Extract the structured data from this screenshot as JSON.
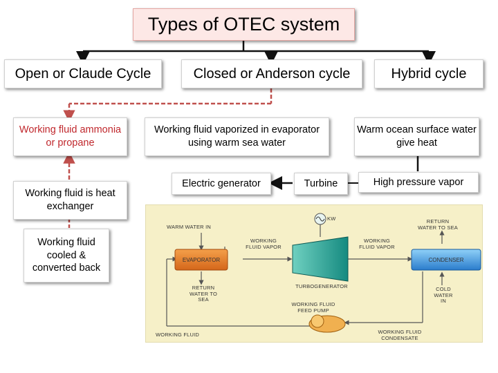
{
  "title": "Types of OTEC system",
  "cycles": {
    "open": "Open or Claude Cycle",
    "closed": "Closed or Anderson cycle",
    "hybrid": "Hybrid cycle"
  },
  "open_cycle": {
    "step1": "Working fluid ammonia or propane",
    "step2": "Working fluid is heat exchanger",
    "step3": "Working fluid cooled & converted back"
  },
  "closed_cycle": {
    "step1": "Working fluid vaporized in evaporator using warm sea water",
    "generator": "Electric generator",
    "turbine": "Turbine"
  },
  "hybrid_cycle": {
    "step1": "Warm ocean surface water give heat",
    "step2": "High pressure vapor"
  },
  "diagram": {
    "warm_water_in": "WARM WATER IN",
    "kw": "KW",
    "return_sea_right": "RETURN WATER TO SEA",
    "wf_vapor_left": "WORKING FLUID VAPOR",
    "wf_vapor_right": "WORKING FLUID VAPOR",
    "evaporator": "EVAPORATOR",
    "condenser": "CONDENSER",
    "return_sea_left": "RETURN WATER TO SEA",
    "turbogenerator": "TURBOGENERATOR",
    "cold_water_in": "COLD WATER IN",
    "feed_pump": "WORKING FLUID FEED PUMP",
    "working_fluid": "WORKING FLUID",
    "condensate": "WORKING FLUID CONDENSATE"
  },
  "colors": {
    "title_bg": "#fde8e6",
    "red_text": "#c0282d",
    "dashed_connector": "#c0504d",
    "diagram_bg": "#f6f0c8",
    "evaporator": "#e07820",
    "condenser": "#3a8fd8",
    "turbine": "#1f9e93",
    "pump": "#e8a040"
  }
}
